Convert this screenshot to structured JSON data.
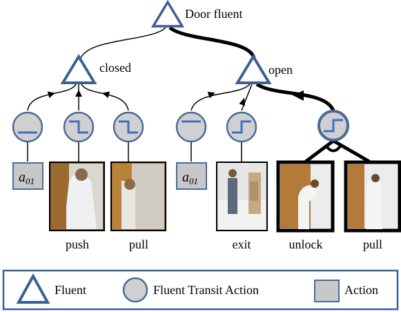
{
  "root": {
    "label": "Door fluent"
  },
  "branches": [
    {
      "label": "closed"
    },
    {
      "label": "open"
    }
  ],
  "actions": {
    "a01_left": {
      "base": "a",
      "sub": "01"
    },
    "a01_right": {
      "base": "a",
      "sub": "01"
    },
    "push": "push",
    "pull_left": "pull",
    "exit": "exit",
    "unlock": "unlock",
    "pull_right": "pull"
  },
  "legend": {
    "fluent": "Fluent",
    "transit": "Fluent Transit Action",
    "action": "Action"
  },
  "colors": {
    "triangle_stroke": "#3d5f94",
    "circle_fill": "#d0d0d0",
    "circle_stroke": "#4a6a9a",
    "icon_stroke": "#3d6ec4",
    "action_fill": "#c8c8c8",
    "edge": "#000000"
  },
  "icons": {
    "fluent": "triangle-icon",
    "transit": "circle-icon",
    "action": "square-icon"
  }
}
